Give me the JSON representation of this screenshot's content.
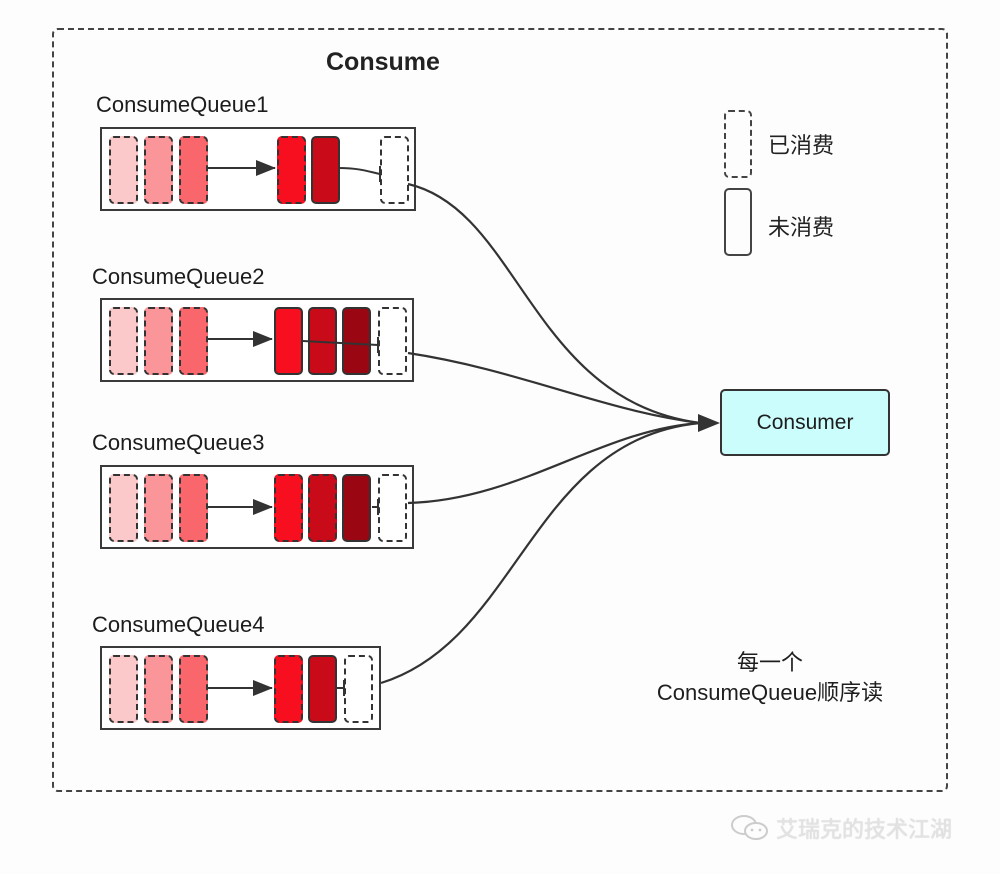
{
  "title": "Consume",
  "legend": [
    {
      "style": "dashed",
      "label": "已消费"
    },
    {
      "style": "solid",
      "label": "未消费"
    }
  ],
  "queues": [
    {
      "label": "ConsumeQueue1",
      "consumed_cells": [
        "#fcc9cb",
        "#fa9599",
        "#f9666b"
      ],
      "pending_cells": [
        {
          "color": "#f70f1f",
          "border": "dashed"
        },
        {
          "color": "#c90a19",
          "border": "solid"
        }
      ]
    },
    {
      "label": "ConsumeQueue2",
      "consumed_cells": [
        "#fcc9cb",
        "#fa9599",
        "#f9666b"
      ],
      "pending_cells": [
        {
          "color": "#f70f1f",
          "border": "solid"
        },
        {
          "color": "#c90a19",
          "border": "solid"
        },
        {
          "color": "#9a0612",
          "border": "solid"
        }
      ]
    },
    {
      "label": "ConsumeQueue3",
      "consumed_cells": [
        "#fcc9cb",
        "#fa9599",
        "#f9666b"
      ],
      "pending_cells": [
        {
          "color": "#f70f1f",
          "border": "dashed"
        },
        {
          "color": "#c90a19",
          "border": "dashed"
        },
        {
          "color": "#9a0612",
          "border": "solid"
        }
      ]
    },
    {
      "label": "ConsumeQueue4",
      "consumed_cells": [
        "#fcc9cb",
        "#fa9599",
        "#f9666b"
      ],
      "pending_cells": [
        {
          "color": "#f70f1f",
          "border": "dashed"
        },
        {
          "color": "#c90a19",
          "border": "solid"
        }
      ]
    }
  ],
  "consumer": {
    "label": "Consumer",
    "fill": "#ccfdfd"
  },
  "note": {
    "line1": "每一个",
    "line2": "ConsumeQueue顺序读"
  },
  "watermark": {
    "icon": "wechat-icon",
    "text": "艾瑞克的技术江湖"
  }
}
